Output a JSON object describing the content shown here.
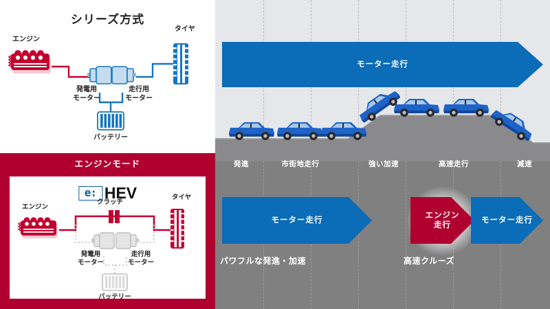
{
  "left": {
    "series_title": "シリーズ方式",
    "series_diagram": {
      "engine": "エンジン",
      "generator_motor": "発電用\nモーター",
      "drive_motor": "走行用\nモーター",
      "battery": "バッテリー",
      "tire": "タイヤ"
    },
    "mode_band_label": "エンジンモード",
    "logo": {
      "e": "e:",
      "hev": "HEV"
    },
    "engine_diagram": {
      "engine": "エンジン",
      "clutch": "クラッチ",
      "generator_motor": "発電用\nモーター",
      "drive_motor": "走行用\nモーター",
      "battery": "バッテリー",
      "tire": "タイヤ"
    }
  },
  "right": {
    "top_arrow_label": "モーター走行",
    "drive_stages": [
      {
        "label": "発進"
      },
      {
        "label": "市街地走行"
      },
      {
        "label": "強い加速"
      },
      {
        "label": "高速走行"
      },
      {
        "label": "減速"
      }
    ],
    "bottom_arrows": [
      {
        "label": "モーター走行",
        "color": "#0B6CB7"
      },
      {
        "label": "エンジン\n走行",
        "color": "#B00030"
      },
      {
        "label": "モーター走行",
        "color": "#0B6CB7"
      }
    ],
    "bottom_captions": [
      {
        "text": "パワフルな発進・加速"
      },
      {
        "text": "高速クルーズ"
      }
    ]
  },
  "colors": {
    "brand_red": "#B00030",
    "brand_blue": "#0B6CB7",
    "panel_light_gray": "#E6E7EA",
    "panel_dark_gray": "#808080",
    "motor_fill": "#C5DCF0",
    "motor_inactive": "#D9D9D9"
  }
}
